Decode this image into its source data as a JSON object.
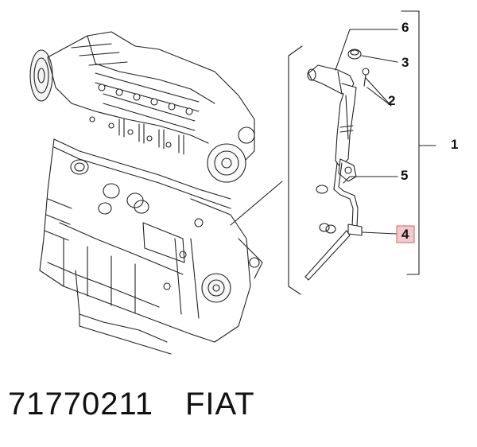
{
  "callouts": {
    "c1": "1",
    "c2": "2",
    "c3": "3",
    "c4": "4",
    "c5": "5",
    "c6": "6"
  },
  "highlight_color": "#f3c9cc",
  "footer": {
    "part_number": "71770211",
    "brand": "FIAT"
  }
}
